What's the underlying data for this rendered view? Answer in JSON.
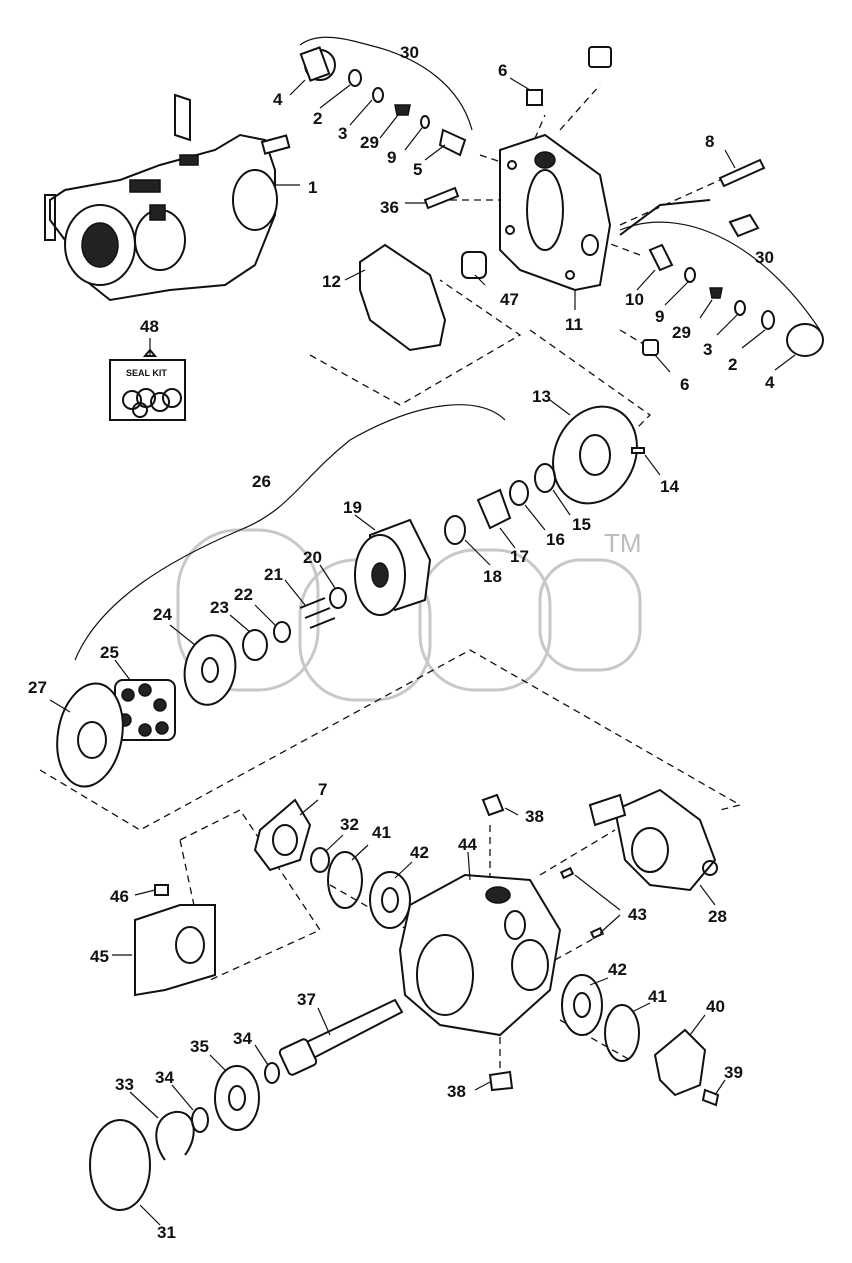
{
  "labels": {
    "l1": "1",
    "l2a": "2",
    "l2b": "2",
    "l3a": "3",
    "l3b": "3",
    "l4a": "4",
    "l4b": "4",
    "l5": "5",
    "l6a": "6",
    "l6b": "6",
    "l7": "7",
    "l8": "8",
    "l9a": "9",
    "l9b": "9",
    "l10": "10",
    "l11": "11",
    "l12": "12",
    "l13": "13",
    "l14": "14",
    "l15": "15",
    "l16": "16",
    "l17": "17",
    "l18": "18",
    "l19": "19",
    "l20": "20",
    "l21": "21",
    "l22": "22",
    "l23": "23",
    "l24": "24",
    "l25": "25",
    "l26": "26",
    "l27": "27",
    "l28": "28",
    "l29a": "29",
    "l29b": "29",
    "l30a": "30",
    "l30b": "30",
    "l31": "31",
    "l32": "32",
    "l33": "33",
    "l34a": "34",
    "l34b": "34",
    "l35": "35",
    "l36": "36",
    "l37": "37",
    "l38a": "38",
    "l38b": "38",
    "l39": "39",
    "l40": "40",
    "l41a": "41",
    "l41b": "41",
    "l42a": "42",
    "l42b": "42",
    "l43": "43",
    "l44": "44",
    "l45": "45",
    "l46": "46",
    "l47": "47",
    "l48": "48"
  },
  "seal_kit_label": "SEAL KIT",
  "watermark_tm": "TM"
}
